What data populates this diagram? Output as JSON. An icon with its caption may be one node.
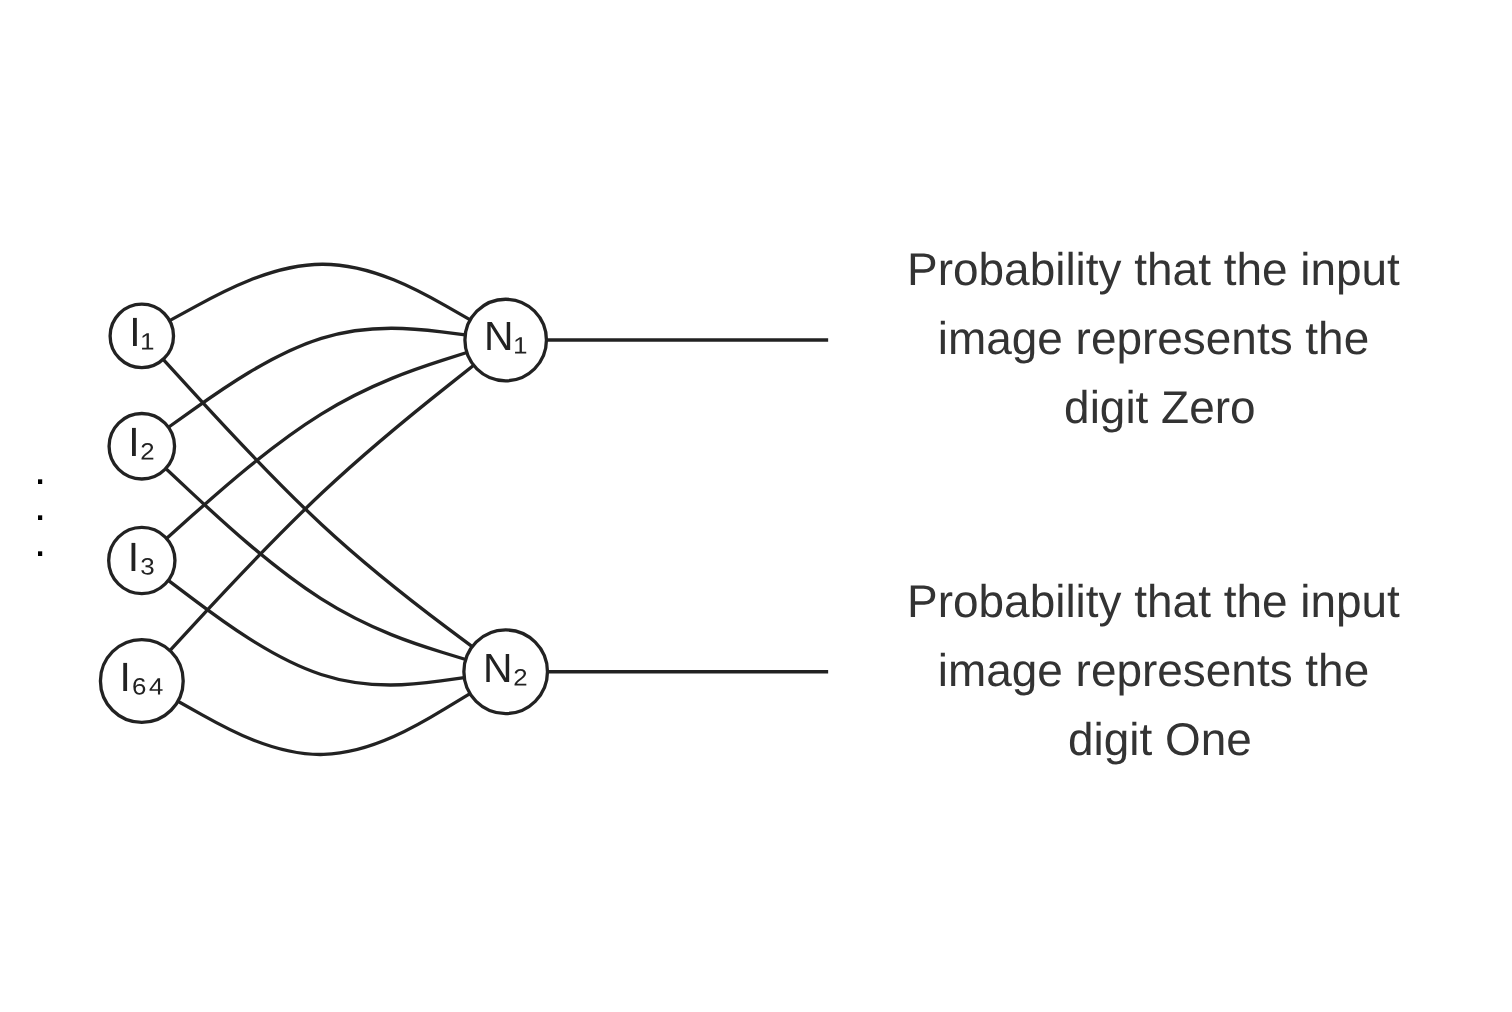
{
  "diagram": {
    "nodes": [
      {
        "text": [
          "I₁"
        ]
      },
      {
        "text": [
          "I₂"
        ]
      },
      {
        "text": [
          "I₃"
        ]
      },
      {
        "text": [
          "I₆₄"
        ]
      },
      {
        "text": [
          "N₁"
        ]
      },
      {
        "text": [
          "N₂"
        ]
      },
      {
        "text": [
          "Probability that the input image represents the digit Zero"
        ]
      },
      {
        "text": [
          "Probability that the input image represents the digit One"
        ]
      }
    ],
    "edges": [
      {
        "from": 0,
        "to": 4,
        "arrow": "none"
      },
      {
        "from": 0,
        "to": 5,
        "arrow": "none"
      },
      {
        "from": 1,
        "to": 4,
        "arrow": "none"
      },
      {
        "from": 1,
        "to": 5,
        "arrow": "none"
      },
      {
        "from": 2,
        "to": 4,
        "arrow": "none"
      },
      {
        "from": 2,
        "to": 5,
        "arrow": "none"
      },
      {
        "from": 3,
        "to": 4,
        "arrow": "none"
      },
      {
        "from": 3,
        "to": 5,
        "arrow": "none"
      },
      {
        "from": 4,
        "to": 6,
        "arrow": "none"
      },
      {
        "from": 5,
        "to": 7,
        "arrow": "none"
      }
    ],
    "labels": [
      ".",
      ".",
      "."
    ]
  }
}
